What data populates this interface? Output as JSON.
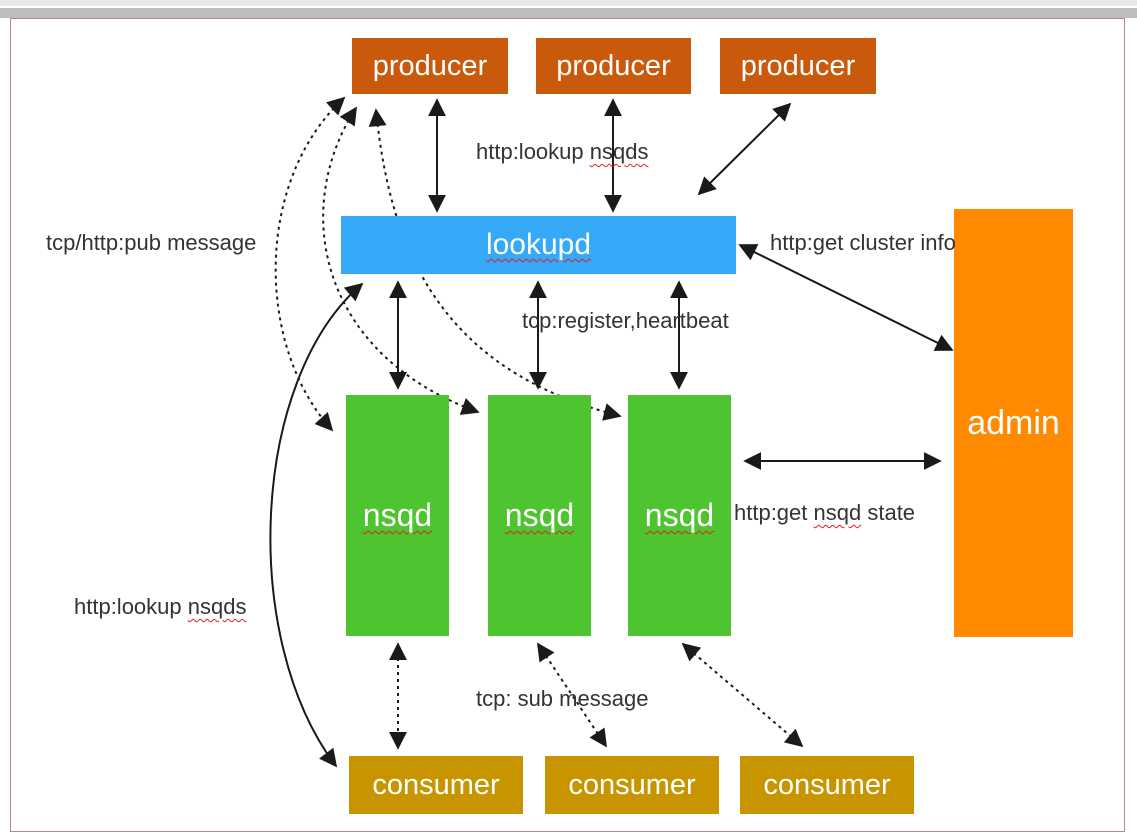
{
  "nodes": {
    "producers": [
      "producer",
      "producer",
      "producer"
    ],
    "lookupd": "lookupd",
    "nsqds": [
      "nsqd",
      "nsqd",
      "nsqd"
    ],
    "admin": "admin",
    "consumers": [
      "consumer",
      "consumer",
      "consumer"
    ]
  },
  "labels": {
    "lookup_top_pre": "http:lookup ",
    "lookup_top_word": "nsqds",
    "pub_message": "tcp/http:pub message",
    "cluster_info": "http:get cluster info",
    "register": "tcp:register,heartbeat",
    "nsqd_state_pre": "http:get ",
    "nsqd_state_word": "nsqd",
    "nsqd_state_post": " state",
    "lookup_left_pre": "http:lookup ",
    "lookup_left_word": "nsqds",
    "sub_message": "tcp: sub message"
  },
  "colors": {
    "producer": "#c95a0b",
    "lookupd": "#35a8f8",
    "nsqd": "#4fc431",
    "admin": "#ff8a00",
    "consumer": "#c89500",
    "arrow": "#1a1a1a"
  }
}
